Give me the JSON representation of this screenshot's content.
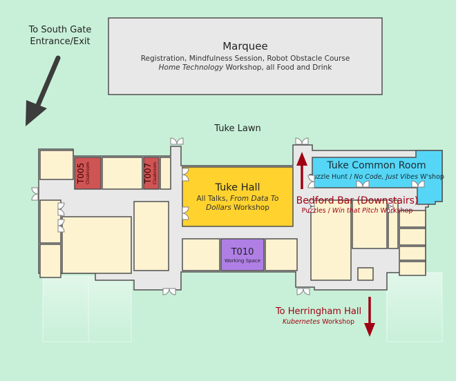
{
  "colors": {
    "background": "#c8f0d8",
    "corridor": "#e8e8e8",
    "room": "#fdf3d0",
    "wall": "#505050",
    "tuke_hall": "#ffd22e",
    "common_room": "#55d6f6",
    "working_space": "#b07fe6",
    "cloakroom": "#cf5454",
    "arrow_red": "#a00012",
    "arrow_dark": "#3c3c3c",
    "faded_building": "#e6f3de"
  },
  "icons": {
    "door": "double-door-icon",
    "route_arrow": "arrow-icon"
  },
  "south_gate": {
    "line1": "To South Gate",
    "line2": "Entrance/Exit"
  },
  "marquee": {
    "title": "Marquee",
    "line1": "Registration, Mindfulness Session, Robot Obstacle Course",
    "line2_em": "Home Technology",
    "line2_rest": " Workshop, all Food and Drink"
  },
  "tuke_lawn": "Tuke Lawn",
  "t005": {
    "code": "T005",
    "sub": "Cloakroom"
  },
  "t007": {
    "code": "T007",
    "sub": "Cloakroom"
  },
  "tuke_hall": {
    "title": "Tuke Hall",
    "line1_pre": "All Talks, ",
    "line1_em": "From Data To",
    "line2_em": "Dollars",
    "line2_rest": " Workshop"
  },
  "t010": {
    "code": "T010",
    "sub": "Working Space"
  },
  "common_room": {
    "title": "Tuke Common Room",
    "sub_pre": "Puzzle Hunt / ",
    "sub_em": "No Code, Just Vibes",
    "sub_rest": " W'shop"
  },
  "bedford_bar": {
    "title": "Bedford Bar (Downstairs)",
    "sub_pre": "Puzzles / ",
    "sub_em": "Win that Pitch",
    "sub_rest": " Workshop"
  },
  "herringham": {
    "title": "To Herringham Hall",
    "sub_em": "Kubernetes",
    "sub_rest": " Workshop"
  }
}
